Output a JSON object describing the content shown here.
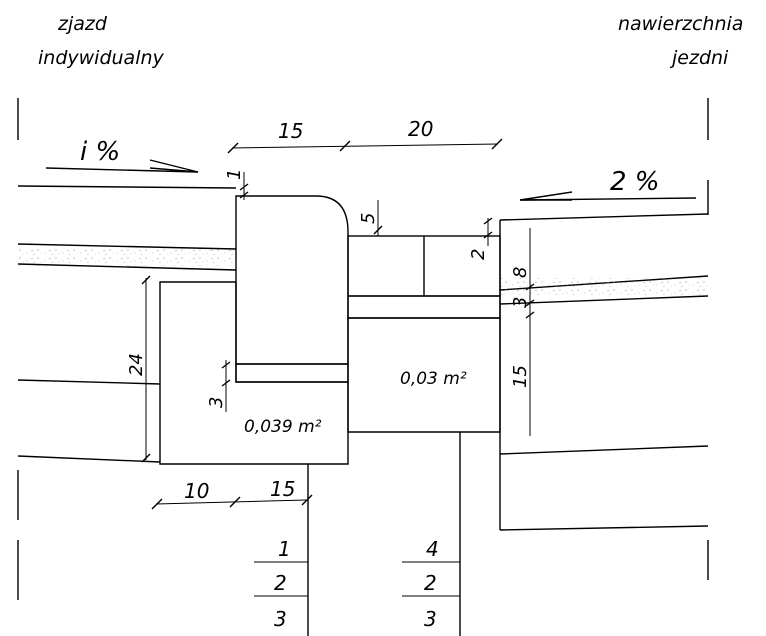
{
  "labels": {
    "driveway": [
      "zjazd",
      "indywidualny"
    ],
    "road_surface": [
      "nawierzchnia",
      "jezdni"
    ],
    "slope_left": "i %",
    "slope_right": "2 %"
  },
  "dimensions": {
    "top_a": "15",
    "top_b": "20",
    "d1": "1",
    "d5": "5",
    "d2": "2",
    "d8": "8",
    "d3_right": "3",
    "d15_right": "15",
    "d24": "24",
    "d3_left": "3",
    "bottom_a": "10",
    "bottom_b": "15"
  },
  "areas": {
    "left_block": "0,039 m²",
    "right_block": "0,03 m²"
  },
  "layer_stacks": {
    "left": [
      "1",
      "2",
      "3"
    ],
    "right": [
      "4",
      "2",
      "3"
    ]
  },
  "colors": {
    "line": "#000000",
    "sand": "#cfcfcf"
  }
}
